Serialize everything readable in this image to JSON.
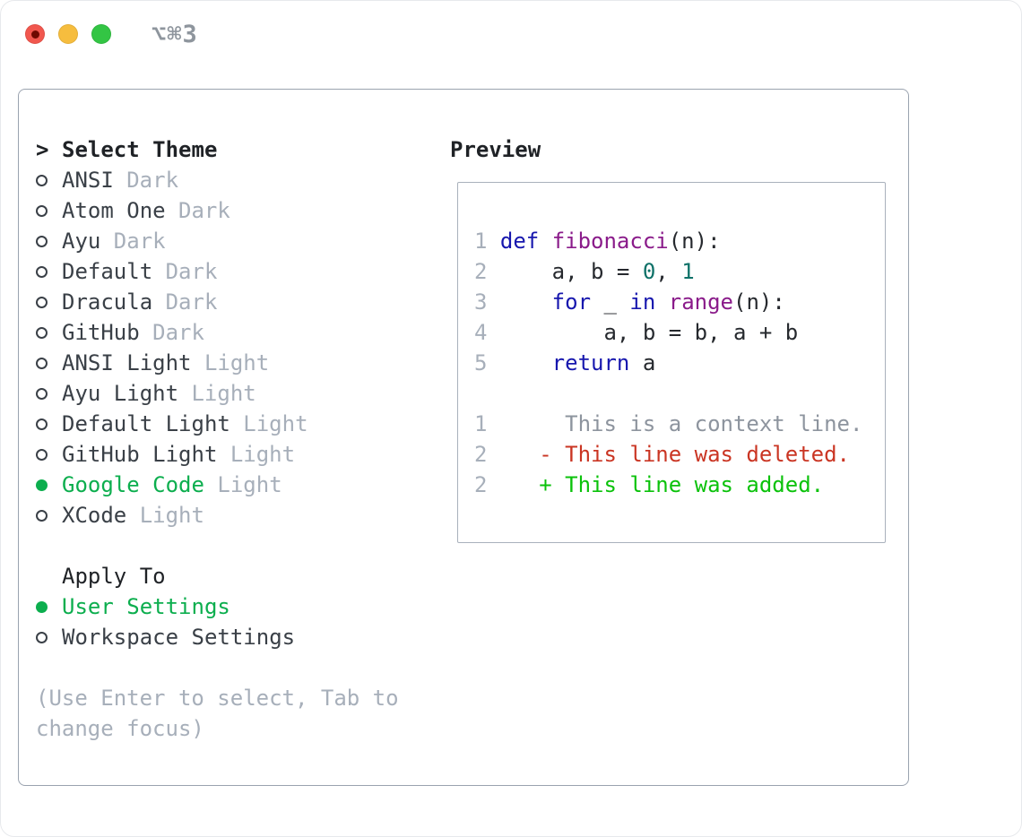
{
  "window": {
    "title_shortcut": "⌥⌘3",
    "traffic_lights": [
      {
        "name": "close"
      },
      {
        "name": "minimize"
      },
      {
        "name": "zoom"
      }
    ]
  },
  "theme_panel": {
    "header": {
      "marker": ">",
      "label": "Select Theme"
    },
    "items": [
      {
        "name": "ANSI",
        "variant": "Dark",
        "selected": false
      },
      {
        "name": "Atom One",
        "variant": "Dark",
        "selected": false
      },
      {
        "name": "Ayu",
        "variant": "Dark",
        "selected": false
      },
      {
        "name": "Default",
        "variant": "Dark",
        "selected": false
      },
      {
        "name": "Dracula",
        "variant": "Dark",
        "selected": false
      },
      {
        "name": "GitHub",
        "variant": "Dark",
        "selected": false
      },
      {
        "name": "ANSI Light",
        "variant": "Light",
        "selected": false
      },
      {
        "name": "Ayu Light",
        "variant": "Light",
        "selected": false
      },
      {
        "name": "Default Light",
        "variant": "Light",
        "selected": false
      },
      {
        "name": "GitHub Light",
        "variant": "Light",
        "selected": false
      },
      {
        "name": "Google Code",
        "variant": "Light",
        "selected": true
      },
      {
        "name": "XCode",
        "variant": "Light",
        "selected": false
      }
    ],
    "apply_to": {
      "label": "Apply To",
      "options": [
        {
          "name": "User Settings",
          "selected": true
        },
        {
          "name": "Workspace Settings",
          "selected": false
        }
      ]
    },
    "help_text": "(Use Enter to select, Tab to change focus)"
  },
  "preview": {
    "label": "Preview",
    "code_lines": [
      {
        "num": "1",
        "tokens": [
          {
            "c": "kw",
            "t": "def"
          },
          {
            "c": "pl",
            "t": " "
          },
          {
            "c": "fn",
            "t": "fibonacci"
          },
          {
            "c": "pl",
            "t": "(n):"
          }
        ]
      },
      {
        "num": "2",
        "tokens": [
          {
            "c": "pl",
            "t": "    a, b = "
          },
          {
            "c": "nu",
            "t": "0"
          },
          {
            "c": "pl",
            "t": ", "
          },
          {
            "c": "nu",
            "t": "1"
          }
        ]
      },
      {
        "num": "3",
        "tokens": [
          {
            "c": "pl",
            "t": "    "
          },
          {
            "c": "kw",
            "t": "for"
          },
          {
            "c": "pl",
            "t": " _ "
          },
          {
            "c": "kw",
            "t": "in"
          },
          {
            "c": "pl",
            "t": " "
          },
          {
            "c": "fn",
            "t": "range"
          },
          {
            "c": "pl",
            "t": "(n):"
          }
        ]
      },
      {
        "num": "4",
        "tokens": [
          {
            "c": "pl",
            "t": "        a, b = b, a + b"
          }
        ]
      },
      {
        "num": "5",
        "tokens": [
          {
            "c": "pl",
            "t": "    "
          },
          {
            "c": "kw",
            "t": "return"
          },
          {
            "c": "pl",
            "t": " a"
          }
        ]
      }
    ],
    "diff_lines": [
      {
        "num": "1",
        "kind": "context",
        "text": "     This is a context line."
      },
      {
        "num": "2",
        "kind": "deleted",
        "text": "   - This line was deleted."
      },
      {
        "num": "2",
        "kind": "added",
        "text": "   + This line was added."
      }
    ]
  },
  "colors": {
    "text_darkest": "#1f2226",
    "text_dark": "#3a4047",
    "code_plain": "#26292e",
    "muted": "#a7afba",
    "context_gray": "#8d949e",
    "linenum_gray": "#a7afba",
    "selected_green": "#0cae4e",
    "keyword_blue": "#1717ae",
    "function_purple": "#8a1b8a",
    "number_teal": "#0e7168",
    "diff_red": "#ca3523",
    "diff_green": "#0bc20b",
    "border_gray": "#9aa3af",
    "preview_border": "#a9b1bc",
    "title_gray": "#8e959d",
    "traffic_red": "#f1574e",
    "traffic_red_dot": "#6f0a01",
    "traffic_yellow": "#f6bd3e",
    "traffic_green": "#33c544"
  }
}
